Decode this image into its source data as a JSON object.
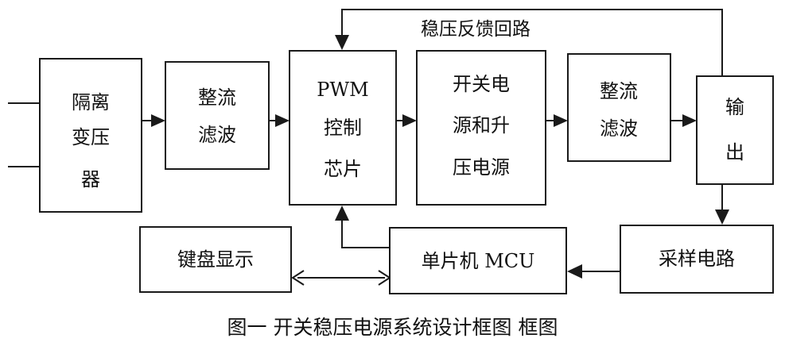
{
  "feedback_label": "稳压反馈回路",
  "caption": "图一  开关稳压电源系统设计框图  框图",
  "blocks": [
    {
      "id": "transformer",
      "lines": [
        "隔离",
        "变压",
        "器"
      ]
    },
    {
      "id": "rectifier-filter-1",
      "lines": [
        "整流",
        "滤波"
      ]
    },
    {
      "id": "pwm-chip",
      "lines": [
        "PWM",
        "控制",
        "芯片"
      ]
    },
    {
      "id": "switching-supply",
      "lines": [
        "开关电",
        "源和升",
        "压电源"
      ]
    },
    {
      "id": "rectifier-filter-2",
      "lines": [
        "整流",
        "滤波"
      ]
    },
    {
      "id": "output",
      "lines": [
        "输",
        "出"
      ]
    },
    {
      "id": "sampling-circuit",
      "lines": [
        "采样电路"
      ]
    },
    {
      "id": "mcu",
      "lines": [
        "单片机 MCU"
      ]
    },
    {
      "id": "keyboard-display",
      "lines": [
        "键盘显示"
      ]
    }
  ]
}
